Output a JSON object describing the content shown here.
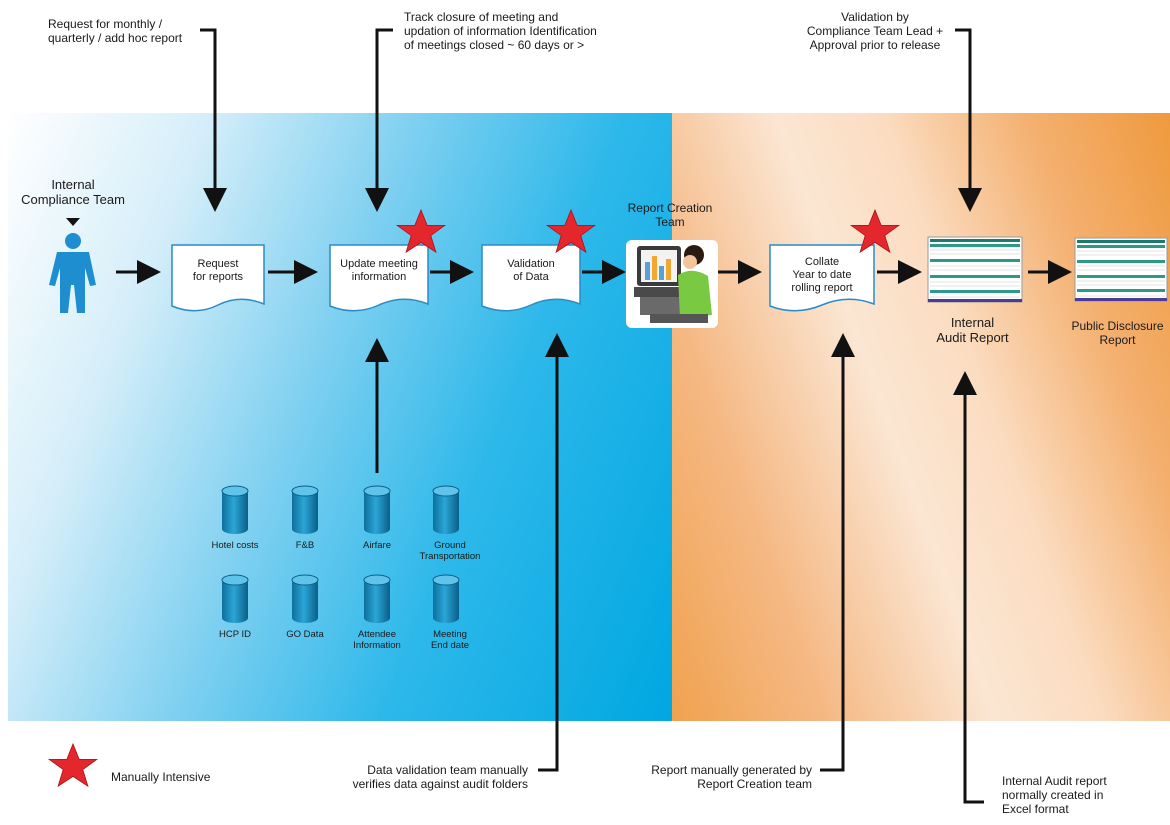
{
  "annotations": {
    "request_monthly": "Request for monthly /\nquarterly / add hoc report",
    "track_closure": "Track closure of meeting and\nupdation of information Identification\nof meetings closed ~ 60 days or >",
    "validation_by": "Validation by\nCompliance Team Lead +\nApproval prior to release",
    "data_validation_team": "Data validation team manually\nverifies data against audit folders",
    "report_manually": "Report manually generated by\nReport Creation team",
    "internal_audit_excel": "Internal Audit report\nnormally created in\nExcel format"
  },
  "actors": {
    "compliance_team": "Internal\nCompliance Team",
    "report_creation_team": "Report Creation\nTeam"
  },
  "steps": {
    "request": "Request\nfor reports",
    "update": "Update meeting\ninformation",
    "validation": "Validation\nof Data",
    "collate": "Collate\nYear to date\nrolling report"
  },
  "reports": {
    "internal_audit": "Internal\nAudit Report",
    "public_disclosure": "Public Disclosure\nReport"
  },
  "data_sources": [
    "Hotel costs",
    "F&B",
    "Airfare",
    "Ground\nTransportation",
    "HCP ID",
    "GO Data",
    "Attendee\nInformation",
    "Meeting\nEnd date"
  ],
  "legend": {
    "manually_intensive": "Manually Intensive"
  },
  "colors": {
    "blue_band": "#00a7e1",
    "orange_band": "#ef9a3d",
    "star": "#e4262d",
    "database": "#1a8fc1",
    "person": "#1f8ed1",
    "doc_stroke": "#2b8bc6",
    "arrow": "#111111"
  }
}
